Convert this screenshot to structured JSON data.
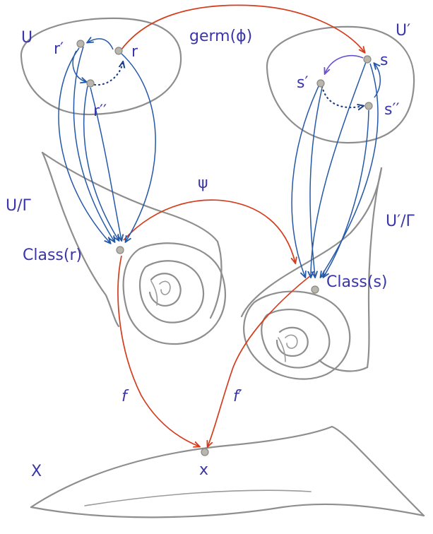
{
  "labels": {
    "U": "U",
    "U_prime": "U′",
    "germ_phi": "germ(ϕ)",
    "U_over_Gamma": "U/Γ",
    "U_prime_over_Gamma": "U′/Γ",
    "psi": "ψ",
    "class_r": "Class(r)",
    "class_s": "Class(s)",
    "f": "f",
    "f_prime": "f′",
    "X": "X",
    "x": "x",
    "r": "r",
    "r_prime": "r′",
    "r_double_prime": "r′′",
    "s": "s",
    "s_prime": "s′",
    "s_double_prime": "s′′"
  },
  "colors": {
    "label": "#3a36a8",
    "sketch": "#8e8e8e",
    "blue_arrow": "#2458a8",
    "purple_arrow": "#6a4fd0",
    "red_arrow": "#d43c1c",
    "point": "#b9b6ae"
  }
}
